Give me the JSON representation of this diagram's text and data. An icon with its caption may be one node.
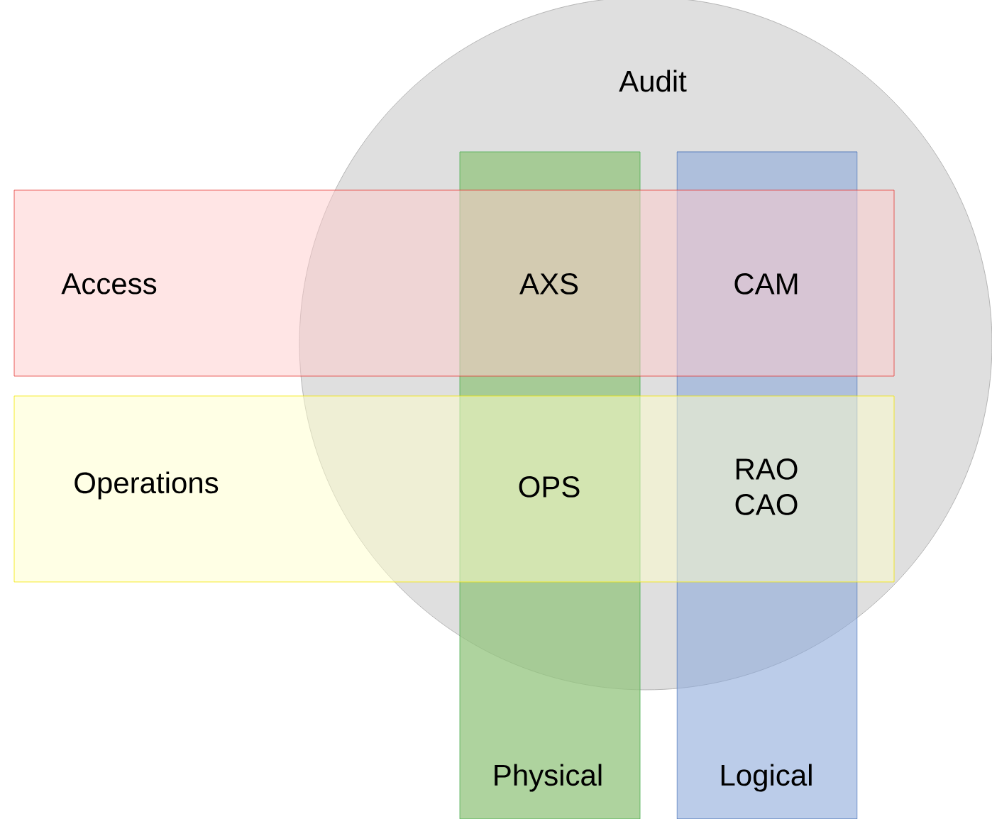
{
  "diagram": {
    "nodes": [
      {
        "text": [
          "Audit"
        ]
      },
      {
        "text": [
          "Physical"
        ]
      },
      {
        "text": [
          "Logical"
        ]
      },
      {
        "text": [
          "Access"
        ]
      },
      {
        "text": [
          "Operations"
        ]
      }
    ],
    "labels": [
      "AXS",
      "CAM",
      "OPS",
      "RAO CAO"
    ]
  }
}
